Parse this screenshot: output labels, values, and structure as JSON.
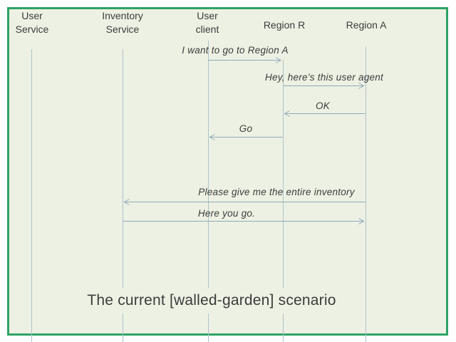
{
  "colors": {
    "frame_border": "#2DA366",
    "canvas_background": "#EDF1E3",
    "lifeline": "#AEC2CA",
    "arrow": "#8FA9BA",
    "text": "#3C3C3C"
  },
  "diagram": {
    "title": "The current [walled-garden] scenario",
    "actors": [
      {
        "label_lines": [
          "User",
          "Service"
        ]
      },
      {
        "label_lines": [
          "Inventory",
          "Service"
        ]
      },
      {
        "label_lines": [
          "User",
          "client"
        ]
      },
      {
        "label_lines": [
          "Region R"
        ]
      },
      {
        "label_lines": [
          "Region A"
        ]
      }
    ],
    "messages": [
      {
        "label": "I want to go to Region A",
        "from": "User client",
        "to": "Region R",
        "direction": "right"
      },
      {
        "label": "Hey, here’s this user agent",
        "from": "Region R",
        "to": "Region A",
        "direction": "right"
      },
      {
        "label": "OK",
        "from": "Region A",
        "to": "Region R",
        "direction": "left"
      },
      {
        "label": "Go",
        "from": "Region R",
        "to": "User client",
        "direction": "left"
      },
      {
        "label": "Please give me the entire inventory",
        "from": "Region A",
        "to": "Inventory Service",
        "direction": "left"
      },
      {
        "label": "Here you go.",
        "from": "Inventory Service",
        "to": "Region A",
        "direction": "right"
      }
    ]
  }
}
